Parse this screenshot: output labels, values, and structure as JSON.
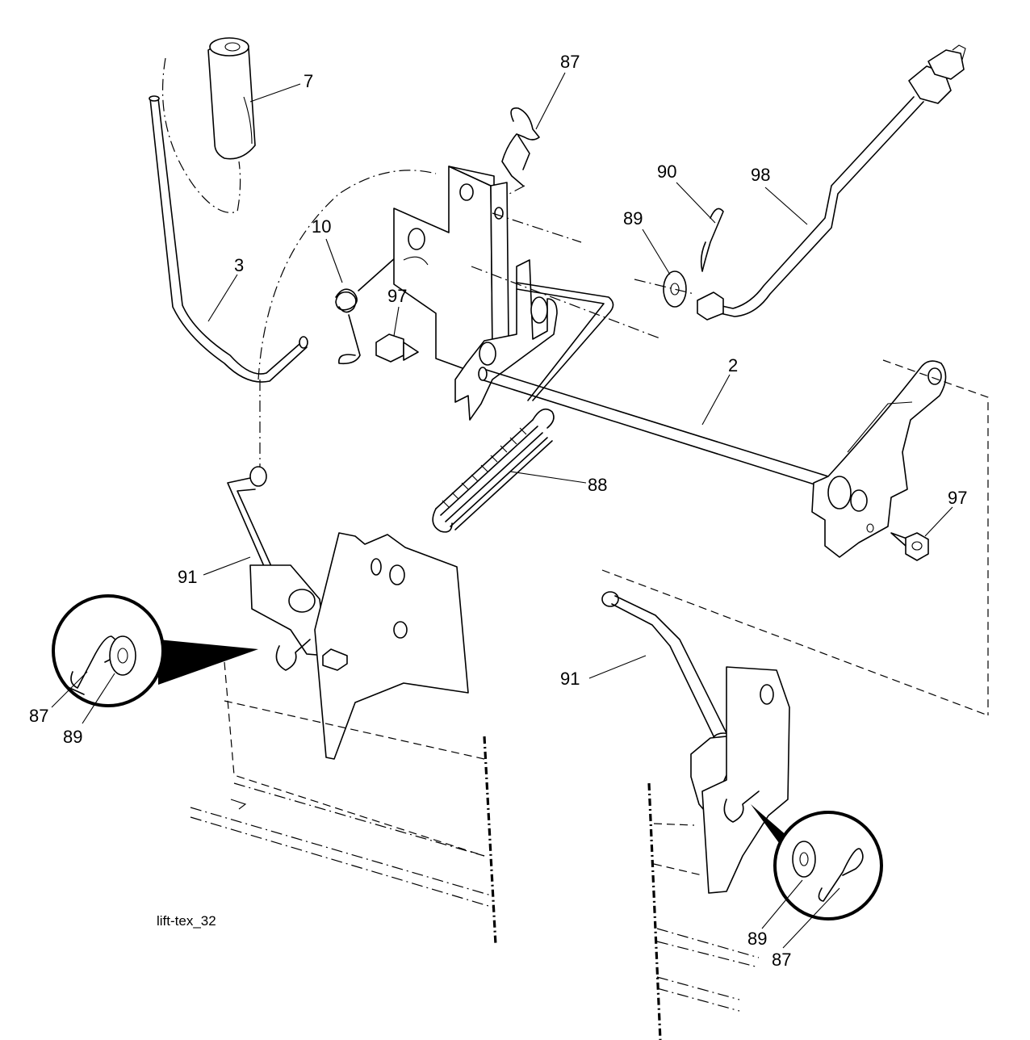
{
  "diagram": {
    "caption": "lift-tex_32",
    "callouts": {
      "c7": "7",
      "c87_top": "87",
      "c90": "90",
      "c98": "98",
      "c89_top": "89",
      "c10": "10",
      "c3": "3",
      "c97_left": "97",
      "c2": "2",
      "c88": "88",
      "c97_right": "97",
      "c91_left": "91",
      "c87_inset_left": "87",
      "c89_inset_left": "89",
      "c91_right": "91",
      "c89_inset_right": "89",
      "c87_inset_right": "87"
    }
  }
}
